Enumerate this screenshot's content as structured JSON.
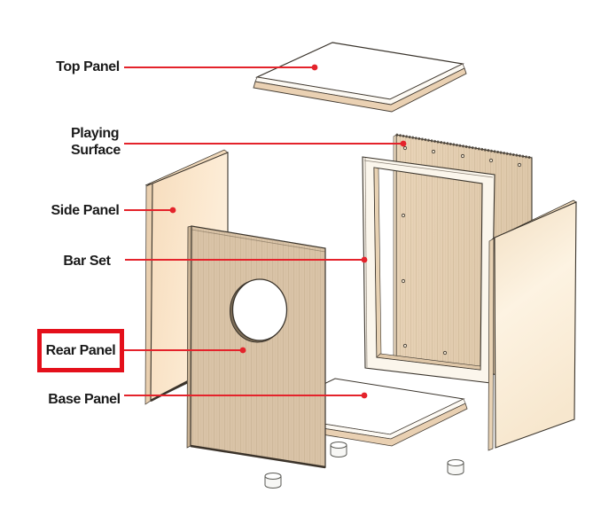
{
  "diagram": {
    "kind": "exploded-assembly-diagram",
    "labels": {
      "top_panel": "Top Panel",
      "playing_surface": "Playing\nSurface",
      "side_panel": "Side Panel",
      "bar_set": "Bar Set",
      "rear_panel": "Rear Panel",
      "base_panel": "Base Panel"
    },
    "highlighted_label": "Rear Panel",
    "colors": {
      "leader_red": "#e4232b",
      "highlight_box_red": "#e4101b",
      "label_text": "#1b1b1b",
      "wood_peach_light": "#fae4c9",
      "wood_tan": "#d9c3a7",
      "wood_cream": "#f8e9d2",
      "panel_white": "#ffffff",
      "outline": "#3a342c"
    }
  }
}
